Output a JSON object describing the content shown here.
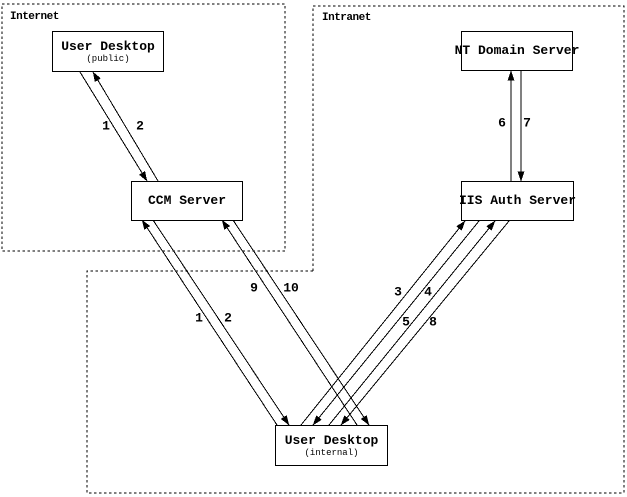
{
  "regions": {
    "internet": {
      "label": "Internet"
    },
    "intranet": {
      "label": "Intranet"
    },
    "internal_zone": {
      "label": ""
    }
  },
  "nodes": {
    "user_desktop_public": {
      "title": "User Desktop",
      "subtitle": "(public)"
    },
    "ccm_server": {
      "title": "CCM Server"
    },
    "nt_domain_server": {
      "title": "NT Domain Server"
    },
    "iis_auth_server": {
      "title": "IIS Auth Server"
    },
    "user_desktop_internal": {
      "title": "User Desktop",
      "subtitle": "(internal)"
    }
  },
  "edges": [
    {
      "label": "1",
      "from": "user-desktop-public",
      "to": "ccm-server"
    },
    {
      "label": "2",
      "from": "ccm-server",
      "to": "user-desktop-public"
    },
    {
      "label": "1",
      "from": "user-desktop-internal",
      "to": "ccm-server"
    },
    {
      "label": "2",
      "from": "ccm-server",
      "to": "user-desktop-internal"
    },
    {
      "label": "9",
      "from": "user-desktop-internal",
      "to": "ccm-server"
    },
    {
      "label": "10",
      "from": "ccm-server",
      "to": "user-desktop-internal"
    },
    {
      "label": "3",
      "from": "user-desktop-internal",
      "to": "iis-auth-server"
    },
    {
      "label": "4",
      "from": "iis-auth-server",
      "to": "user-desktop-internal"
    },
    {
      "label": "5",
      "from": "user-desktop-internal",
      "to": "iis-auth-server"
    },
    {
      "label": "8",
      "from": "iis-auth-server",
      "to": "user-desktop-internal"
    },
    {
      "label": "6",
      "from": "iis-auth-server",
      "to": "nt-domain-server"
    },
    {
      "label": "7",
      "from": "nt-domain-server",
      "to": "iis-auth-server"
    }
  ],
  "colors": {
    "ink": "#000000",
    "background": "#ffffff"
  }
}
